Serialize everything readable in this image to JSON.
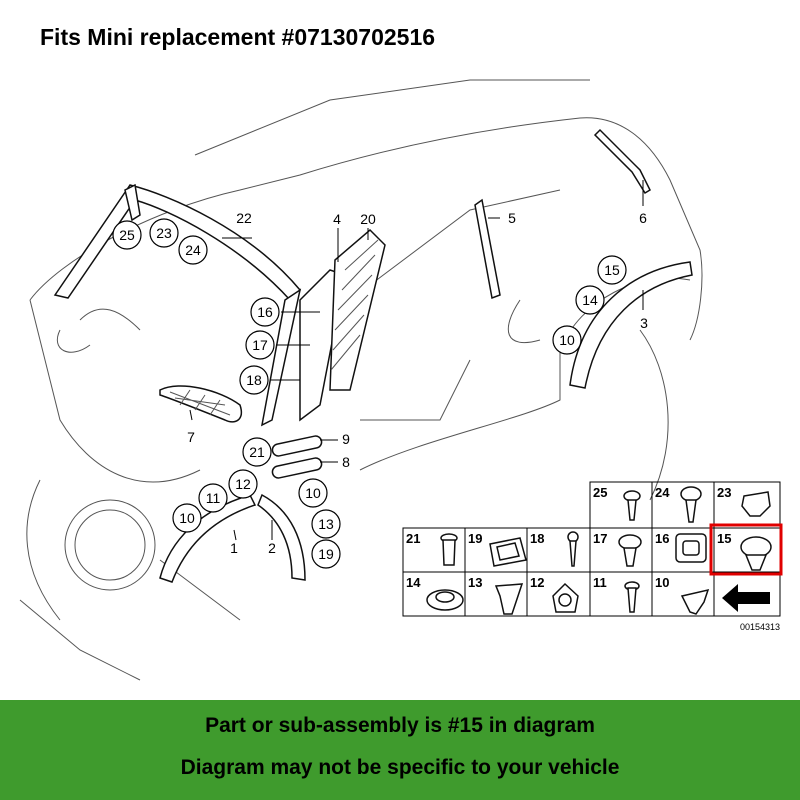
{
  "title": "Fits Mini replacement #07130702516",
  "banner": {
    "line1": "Part or sub-assembly is #15 in diagram",
    "line2": "Diagram may not be specific to your vehicle"
  },
  "colors": {
    "banner": "#3f9b2d",
    "highlight": "#e00000"
  },
  "callouts": {
    "c25": "25",
    "c23": "23",
    "c24": "24",
    "c16": "16",
    "c17": "17",
    "c18": "18",
    "c15": "15",
    "c14": "14",
    "c10a": "10",
    "c21": "21",
    "c12": "12",
    "c11": "11",
    "c10b": "10",
    "c10c": "10",
    "c13": "13",
    "c19": "19"
  },
  "labels": {
    "n22": "22",
    "n4": "4",
    "n20": "20",
    "n5": "5",
    "n6": "6",
    "n3": "3",
    "n7": "7",
    "n9": "9",
    "n8": "8",
    "n1": "1",
    "n2": "2"
  },
  "parts_table": {
    "top_row": [
      "25",
      "24",
      "23"
    ],
    "middle_row": [
      "21",
      "19",
      "18",
      "17",
      "16",
      "15"
    ],
    "bottom_row": [
      "14",
      "13",
      "12",
      "11",
      "10"
    ],
    "highlighted": "15",
    "drawing_number": "00154313"
  }
}
